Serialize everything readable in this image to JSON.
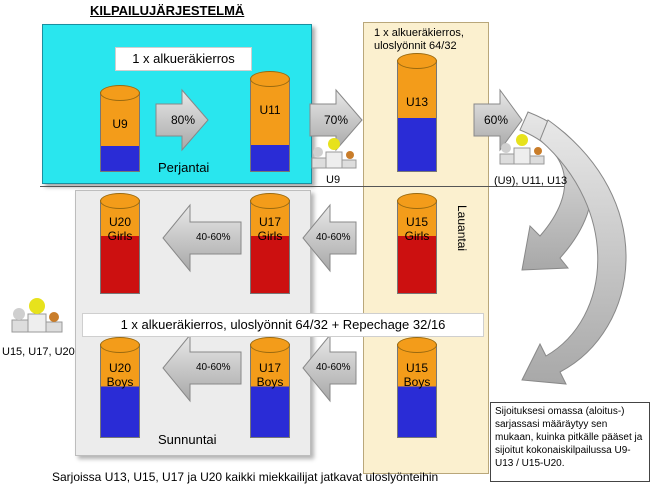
{
  "title": "KILPAILUJÄRJESTELMÄ",
  "friday": {
    "round_label": "1 x alkueräkierros",
    "day_label": "Perjantai",
    "u9": "U9",
    "pct_u9_u11": "80%",
    "u11": "U11",
    "pct_u11_u13": "70%"
  },
  "middle": {
    "round_label_line1": "1 x alkueräkierros,",
    "round_label_line2": "uloslyönnit  64/32",
    "u13": "U13",
    "pct_u13": "60%",
    "u15_girls": "U15\nGirls",
    "u15_boys": "U15\nBoys",
    "day_label": "Lauantai"
  },
  "sunday": {
    "day_label": "Sunnuntai",
    "round_label": "1 x alkueräkierros, uloslyönnit 64/32 + Repechage 32/16",
    "u20_girls": "U20\nGirls",
    "u17_girls": "U17\nGirls",
    "u20_boys": "U20\nBoys",
    "u17_boys": "U17\nBoys",
    "pct_1": "40-60%",
    "pct_2": "40-60%",
    "pct_3": "40-60%",
    "pct_4": "40-60%"
  },
  "podiums": {
    "p1_label": "U9",
    "p2_label": "(U9), U11, U13",
    "p3_label": "U15, U17, U20"
  },
  "note": "Sijoituksesi omassa (aloitus-) sarjassasi määräytyy sen mukaan, kuinka pitkälle pääset ja sijoitut kokonaiskilpailussa U9-U13 / U15-U20.",
  "footer": "Sarjoissa U13, U15, U17 ja U20 kaikki miekkailijat jatkavat uloslyönteihin",
  "colors": {
    "orange": "#f39c1a",
    "blue": "#2a2cd6",
    "red": "#cc1010",
    "cyan": "#29e6ee",
    "cream": "#fbf0cf",
    "grey": "#ececec"
  }
}
